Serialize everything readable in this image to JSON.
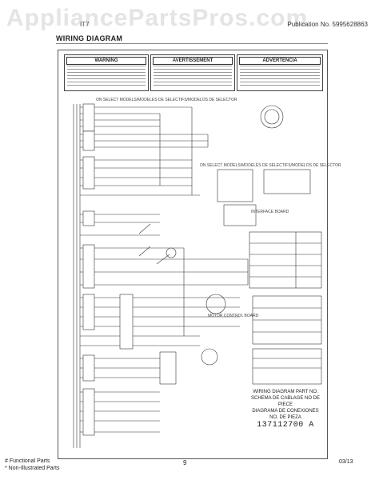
{
  "watermark": "AppliancePartsPros.com",
  "header": {
    "model_prefix": "IT7",
    "publication_label": "Publication No.",
    "publication_no": "5995628863"
  },
  "title": "WIRING DIAGRAM",
  "warnings": [
    {
      "label": "WARNING"
    },
    {
      "label": "AVERTISSEMENT"
    },
    {
      "label": "ADVERTENCIA"
    }
  ],
  "diagram_notes": {
    "select_model_1": "ON SELECT MODELS/MODELES DE SELECTIFS/MODELOS DE SELECTOR",
    "select_model_2": "ON SELECT MODELS/MODELES DE SELECTIFS/MODELOS DE SELECTOR",
    "interface_board": "INTERFACE BOARD",
    "motor_ctrl": "MOTOR CONTROL BOARD"
  },
  "wiring_part": {
    "line1": "WIRING DIAGRAM PART NO.",
    "line2": "SCHEMA DE CABLAGE NO DE PIECE",
    "line3": "DIAGRAMA DE CONEXIONES NO. DE PIEZA",
    "number": "137112700 A"
  },
  "footer": {
    "functional": "# Functional Parts",
    "non_illustrated": "* Non-Illustrated Parts",
    "page": "9",
    "date": "03/13"
  }
}
